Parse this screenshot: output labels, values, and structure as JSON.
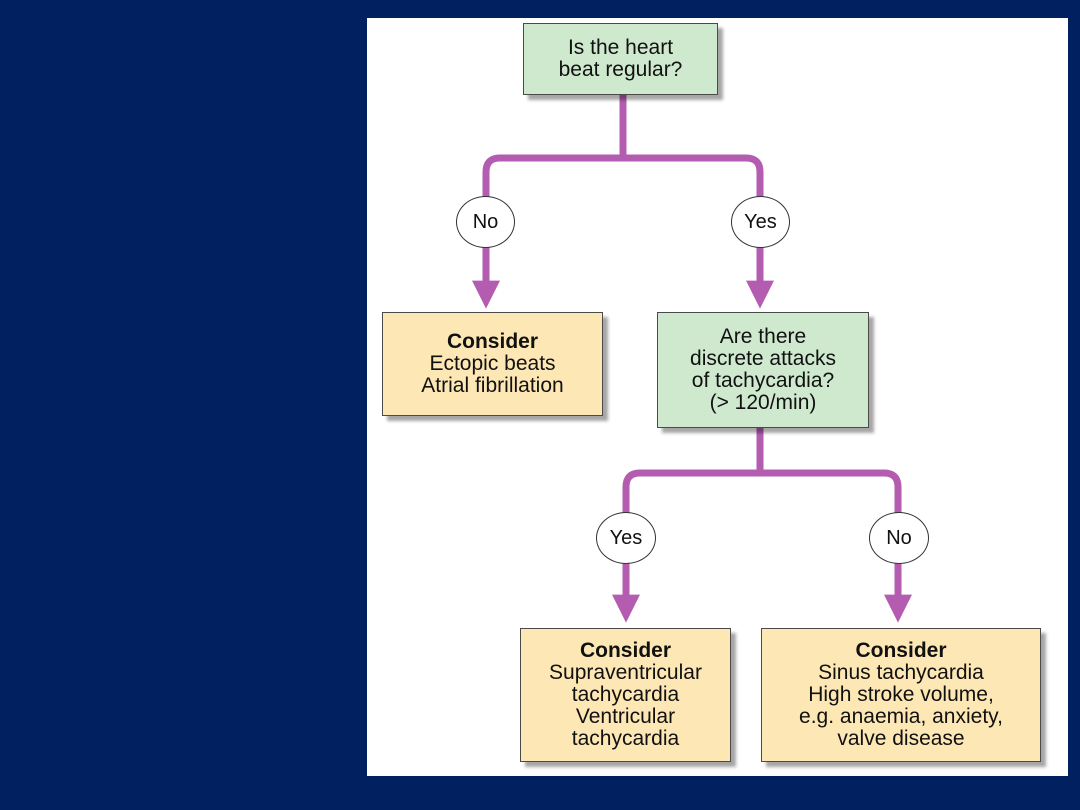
{
  "colors": {
    "background": "#002060",
    "panel": "#ffffff",
    "connector": "#b35cb0",
    "question_fill": "#cfe9cf",
    "consider_fill": "#fde7b4"
  },
  "nodes": {
    "q1": [
      "Is the heart",
      "beat regular?"
    ],
    "q2": [
      "Are there",
      "discrete attacks",
      "of tachycardia?",
      "(> 120/min)"
    ],
    "c1": {
      "heading": "Consider",
      "lines": [
        "Ectopic beats",
        "Atrial fibrillation"
      ]
    },
    "c2": {
      "heading": "Consider",
      "lines": [
        "Supraventricular",
        "tachycardia",
        "Ventricular",
        "tachycardia"
      ]
    },
    "c3": {
      "heading": "Consider",
      "lines": [
        "Sinus tachycardia",
        "High stroke volume,",
        "e.g. anaemia, anxiety,",
        "valve disease"
      ]
    }
  },
  "edges": {
    "q1_no": "No",
    "q1_yes": "Yes",
    "q2_yes": "Yes",
    "q2_no": "No"
  }
}
